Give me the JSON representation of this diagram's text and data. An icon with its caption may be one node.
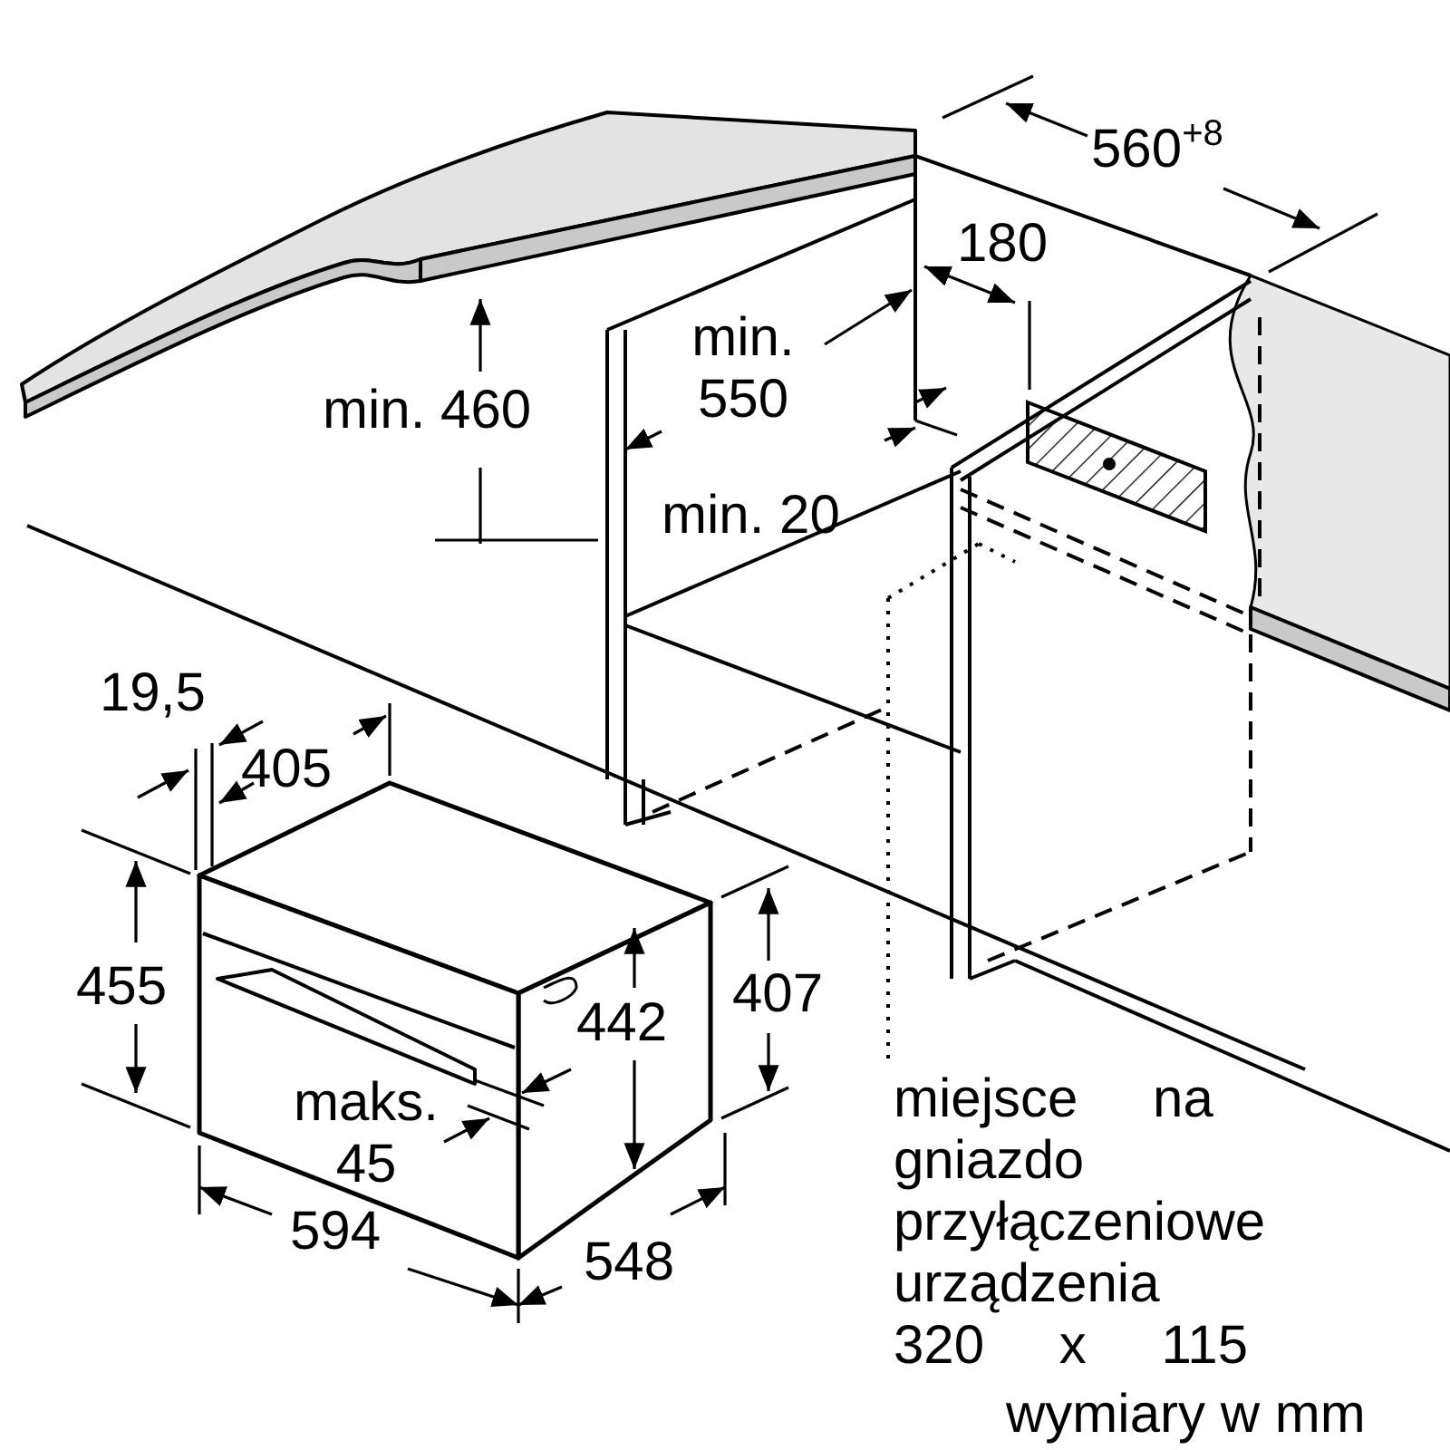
{
  "diagram": {
    "labels": [
      "560$^{+8}$",
      "180",
      "min. 460",
      "min. 550",
      "min. 20",
      "19,5",
      "405",
      "455",
      "442",
      "407",
      "maks. 45",
      "594",
      "548",
      "miejsce na gniazdo przyłączeniowe urządzenia 320 x 115",
      "wymiary w mm"
    ]
  }
}
